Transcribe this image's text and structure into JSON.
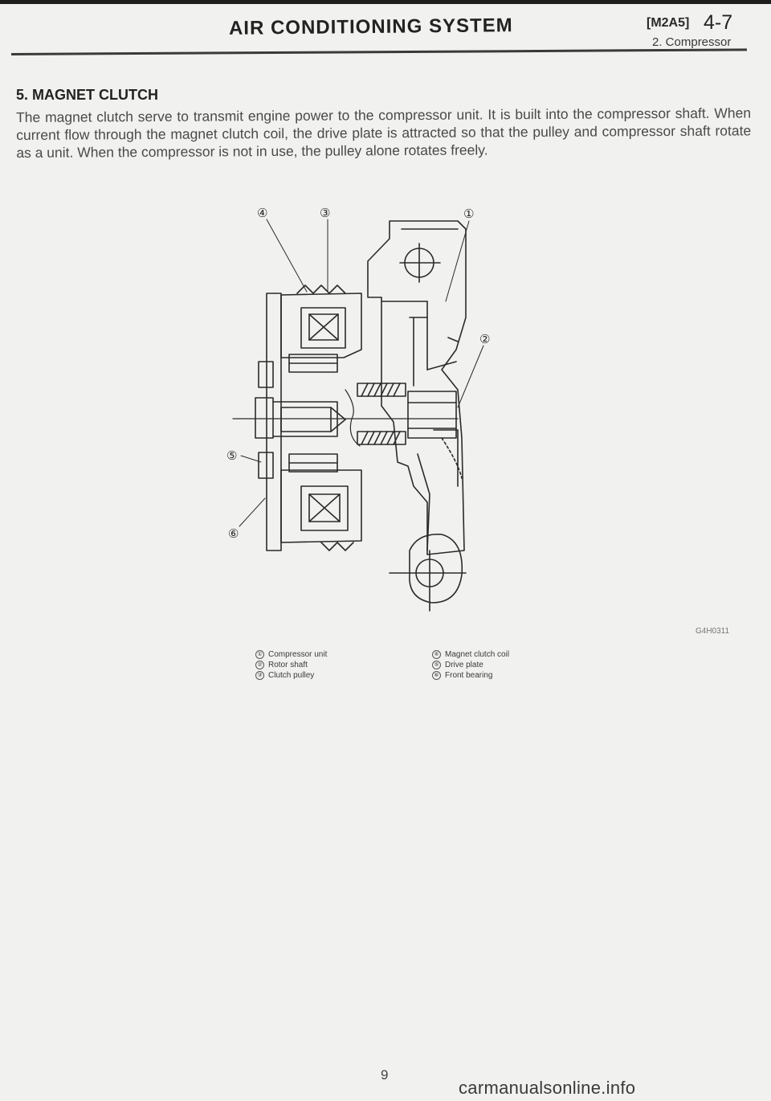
{
  "header": {
    "title": "AIR CONDITIONING SYSTEM",
    "ref_code": "[M2A5]",
    "page_number": "4-7",
    "subsection": "2. Compressor"
  },
  "section": {
    "heading": "5. MAGNET CLUTCH",
    "body": "The magnet clutch serve to transmit engine power to the compressor unit. It is built into the compressor shaft. When current flow through the magnet clutch coil, the drive plate is attracted so that the pulley and compressor shaft rotate as a unit. When the compressor is not in use, the pulley alone rotates freely."
  },
  "figure": {
    "code": "G4H0311",
    "callouts": [
      "①",
      "②",
      "③",
      "④",
      "⑤",
      "⑥"
    ],
    "legend": [
      {
        "num": "①",
        "label": "Compressor unit"
      },
      {
        "num": "②",
        "label": "Rotor shaft"
      },
      {
        "num": "③",
        "label": "Clutch pulley"
      },
      {
        "num": "④",
        "label": "Magnet clutch coil"
      },
      {
        "num": "⑤",
        "label": "Drive plate"
      },
      {
        "num": "⑥",
        "label": "Front bearing"
      }
    ]
  },
  "footer": {
    "page": "9",
    "watermark": "carmanualsonline.info"
  }
}
